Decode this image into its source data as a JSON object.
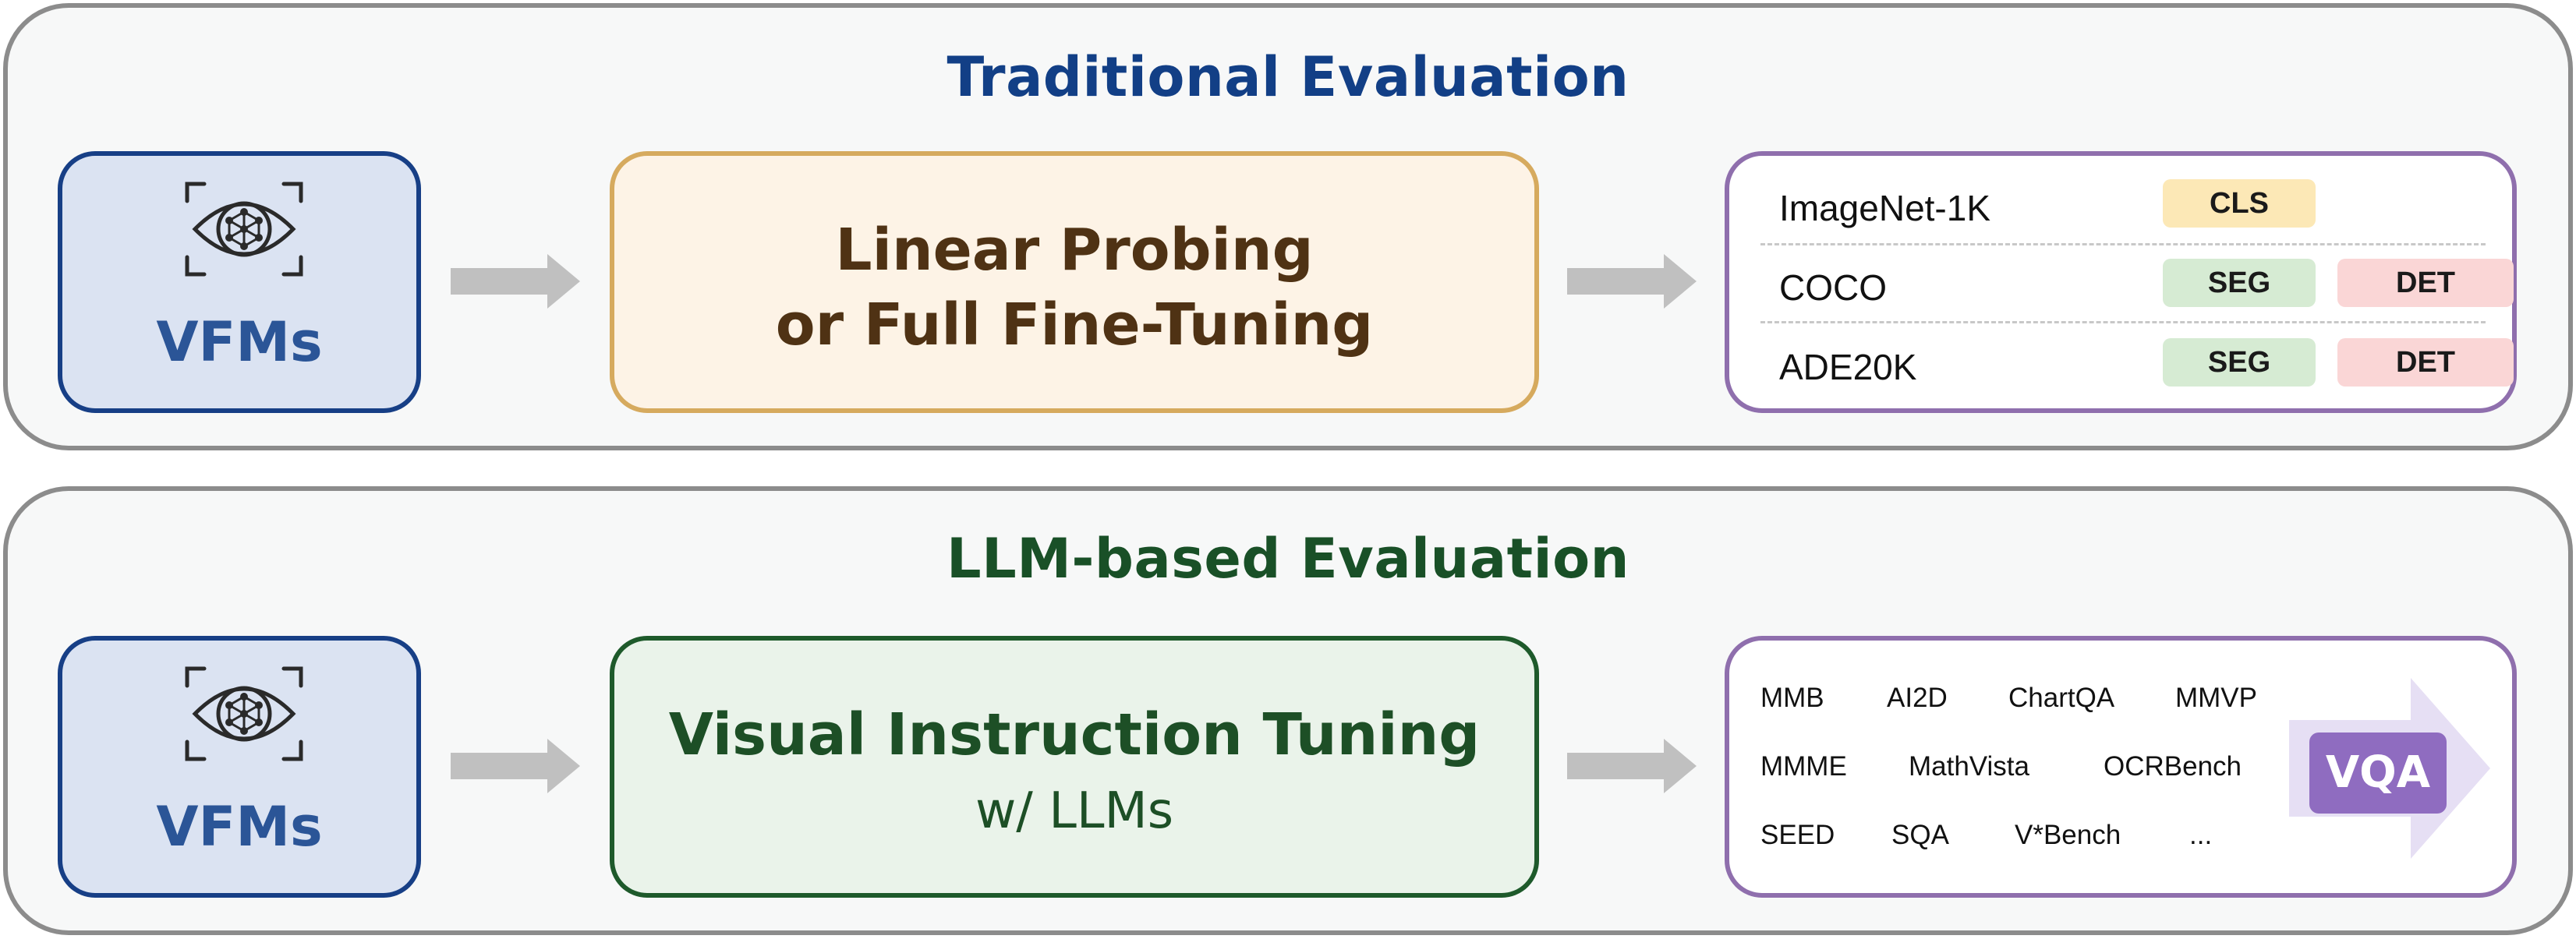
{
  "colors": {
    "traditional_title": "#123f86",
    "llm_title": "#195027",
    "vfm_fill": "#dbe3f2",
    "vfm_border": "#173f86",
    "probing_fill": "#fdf3e6",
    "probing_border": "#d6aa5e",
    "tuning_fill": "#eaf3ea",
    "tuning_border": "#1e5a2b",
    "bench_border": "#8f6fad",
    "cls_badge": "#fce8b6",
    "seg_badge": "#d6ebd3",
    "det_badge": "#fad6d6",
    "vqa_badge": "#8f6cc0"
  },
  "traditional": {
    "title": "Traditional Evaluation",
    "vfm_label": "VFMs",
    "vfm_icon": "eye-network-icon",
    "method_line1": "Linear Probing",
    "method_line2": "or Full Fine-Tuning",
    "benchmarks": [
      {
        "name": "ImageNet-1K",
        "tags": [
          "CLS"
        ]
      },
      {
        "name": "COCO",
        "tags": [
          "SEG",
          "DET"
        ]
      },
      {
        "name": "ADE20K",
        "tags": [
          "SEG",
          "DET"
        ]
      }
    ]
  },
  "llm": {
    "title": "LLM-based Evaluation",
    "vfm_label": "VFMs",
    "vfm_icon": "eye-network-icon",
    "method_title": "Visual Instruction Tuning",
    "method_sub": "w/ LLMs",
    "benchmarks": {
      "row1": [
        "MMB",
        "AI2D",
        "ChartQA",
        "MMVP"
      ],
      "row2": [
        "MMME",
        "MathVista",
        "OCRBench"
      ],
      "row3": [
        "SEED",
        "SQA",
        "V*Bench",
        "..."
      ]
    },
    "task_label": "VQA"
  }
}
